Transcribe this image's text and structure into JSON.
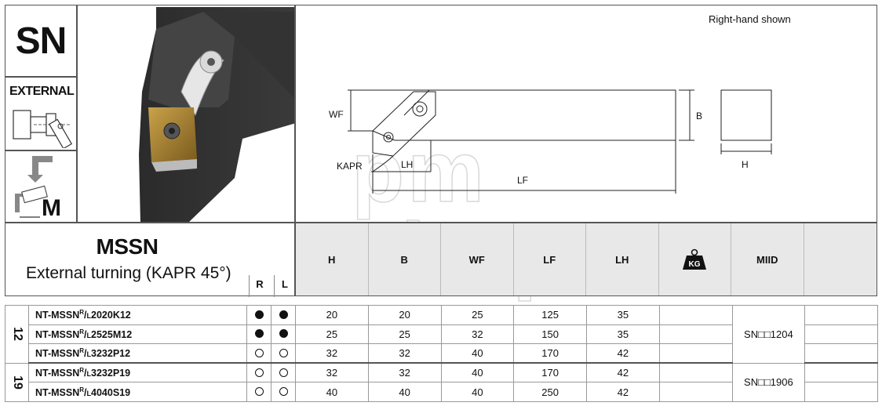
{
  "series": {
    "code": "SN",
    "external_label": "EXTERNAL",
    "mount_letter": "M"
  },
  "drawing": {
    "note": "Right-hand shown",
    "labels": {
      "wf": "WF",
      "b": "B",
      "kapr": "KAPR",
      "lh": "LH",
      "lf": "LF",
      "h": "H"
    }
  },
  "product": {
    "code": "MSSN",
    "description": "External turning (KAPR 45°)",
    "r_label": "R",
    "l_label": "L"
  },
  "columns": [
    "H",
    "B",
    "WF",
    "LF",
    "LH",
    "",
    "MIID",
    ""
  ],
  "weight_icon_label": "KG",
  "groups": [
    {
      "size": "12",
      "miid": "SN□□1204",
      "rows": [
        {
          "prefix": "NT-MSSN",
          "hand_r": "R",
          "hand_l": "L",
          "suffix": "2020K12",
          "r": "filled",
          "l": "filled",
          "H": "20",
          "B": "20",
          "WF": "25",
          "LF": "125",
          "LH": "35"
        },
        {
          "prefix": "NT-MSSN",
          "hand_r": "R",
          "hand_l": "L",
          "suffix": "2525M12",
          "r": "filled",
          "l": "filled",
          "H": "25",
          "B": "25",
          "WF": "32",
          "LF": "150",
          "LH": "35"
        },
        {
          "prefix": "NT-MSSN",
          "hand_r": "R",
          "hand_l": "L",
          "suffix": "3232P12",
          "r": "empty",
          "l": "empty",
          "H": "32",
          "B": "32",
          "WF": "40",
          "LF": "170",
          "LH": "42"
        }
      ]
    },
    {
      "size": "19",
      "miid": "SN□□1906",
      "rows": [
        {
          "prefix": "NT-MSSN",
          "hand_r": "R",
          "hand_l": "L",
          "suffix": "3232P19",
          "r": "empty",
          "l": "empty",
          "H": "32",
          "B": "32",
          "WF": "40",
          "LF": "170",
          "LH": "42"
        },
        {
          "prefix": "NT-MSSN",
          "hand_r": "R",
          "hand_l": "L",
          "suffix": "4040S19",
          "r": "empty",
          "l": "empty",
          "H": "40",
          "B": "40",
          "WF": "40",
          "LF": "250",
          "LH": "42"
        }
      ]
    }
  ],
  "watermark": {
    "line1": "pm",
    "line2": "shop"
  }
}
